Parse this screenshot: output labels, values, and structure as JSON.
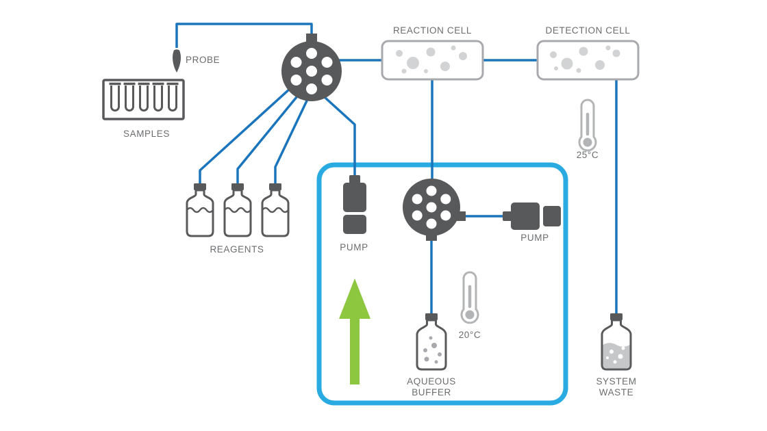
{
  "diagram": {
    "labels": {
      "probe": "PROBE",
      "samples": "SAMPLES",
      "reagents": "REAGENTS",
      "pump_left": "PUMP",
      "pump_right": "PUMP",
      "reaction_cell": "REACTION CELL",
      "detection_cell": "DETECTION CELL",
      "detection_temp": "25°C",
      "zone_temp": "20°C",
      "aqueous_buffer_line1": "AQUEOUS",
      "aqueous_buffer_line2": "BUFFER",
      "system_waste_line1": "SYSTEM",
      "system_waste_line2": "WASTE"
    },
    "colors": {
      "tubing_blue": "#1b75bc",
      "zone_blue": "#29abe2",
      "icon_gray": "#58595b",
      "outline_gray": "#b2b4b6",
      "bubble_gray": "#d1d3d4",
      "cell_border": "#a7a9ac",
      "label_gray": "#6a6c6e",
      "arrow_green": "#8dc63f"
    },
    "flow_connections": [
      {
        "from": "probe",
        "to": "valve_1"
      },
      {
        "from": "samples",
        "to": "probe"
      },
      {
        "from": "reagents_bottle_1",
        "to": "valve_1"
      },
      {
        "from": "reagents_bottle_2",
        "to": "valve_1"
      },
      {
        "from": "reagents_bottle_3",
        "to": "valve_1"
      },
      {
        "from": "valve_1",
        "to": "pump_left"
      },
      {
        "from": "valve_1",
        "to": "reaction_cell"
      },
      {
        "from": "reaction_cell",
        "to": "detection_cell"
      },
      {
        "from": "reaction_cell",
        "to": "valve_2"
      },
      {
        "from": "valve_2",
        "to": "pump_right"
      },
      {
        "from": "valve_2",
        "to": "aqueous_buffer"
      },
      {
        "from": "detection_cell",
        "to": "system_waste"
      }
    ]
  }
}
